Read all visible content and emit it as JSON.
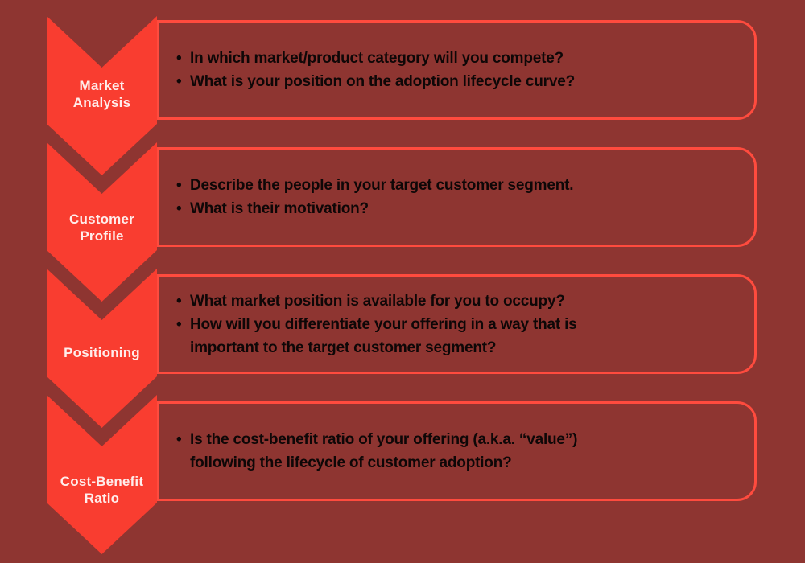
{
  "colors": {
    "background": "#8E3531",
    "chevron": "#F93D30",
    "box_border": "#FF4B3E",
    "question_text": "#0E0707",
    "label_text": "#FFEDEB"
  },
  "bullet_char": "•",
  "rows": [
    {
      "label": "Market Analysis",
      "label_lines": [
        "Market",
        "Analysis"
      ],
      "bullets": [
        {
          "lines": [
            "In which market/product category will you compete?"
          ]
        },
        {
          "lines": [
            "What is your position on the adoption lifecycle curve?"
          ]
        }
      ]
    },
    {
      "label": "Customer Profile",
      "label_lines": [
        "Customer",
        "Profile"
      ],
      "bullets": [
        {
          "lines": [
            "Describe the people in your target customer segment."
          ]
        },
        {
          "lines": [
            "What is their motivation?"
          ]
        }
      ]
    },
    {
      "label": "Positioning",
      "label_lines": [
        "Positioning"
      ],
      "bullets": [
        {
          "lines": [
            "What market position is available for you to occupy?"
          ]
        },
        {
          "lines": [
            "How will you differentiate your offering in a way that is",
            "important to the target customer segment?"
          ]
        }
      ]
    },
    {
      "label": "Cost-Benefit Ratio",
      "label_lines": [
        "Cost-Benefit",
        "Ratio"
      ],
      "bullets": [
        {
          "lines": [
            "Is the cost-benefit ratio of your offering (a.k.a. “value”)",
            "following the lifecycle of customer adoption?"
          ]
        }
      ]
    }
  ]
}
